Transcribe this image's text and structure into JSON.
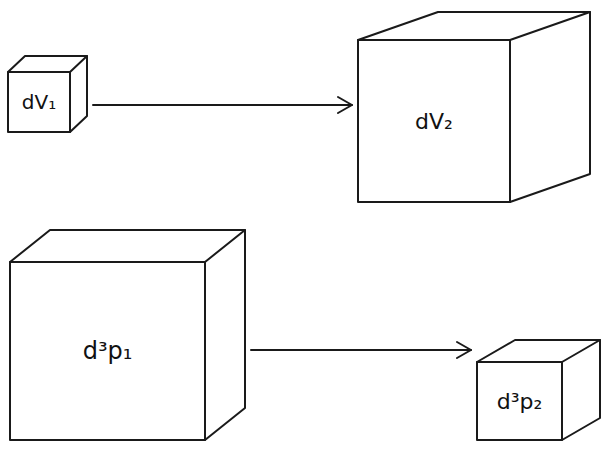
{
  "diagram": {
    "nodes": [
      {
        "text": [
          "dV₁"
        ]
      },
      {
        "text": [
          "dV₂"
        ]
      },
      {
        "text": [
          "d³p₁"
        ]
      },
      {
        "text": [
          "d³p₂"
        ]
      }
    ],
    "edges": [
      {
        "from": 0,
        "to": 1,
        "arrow": "to"
      },
      {
        "from": 2,
        "to": 3,
        "arrow": "to"
      }
    ]
  }
}
